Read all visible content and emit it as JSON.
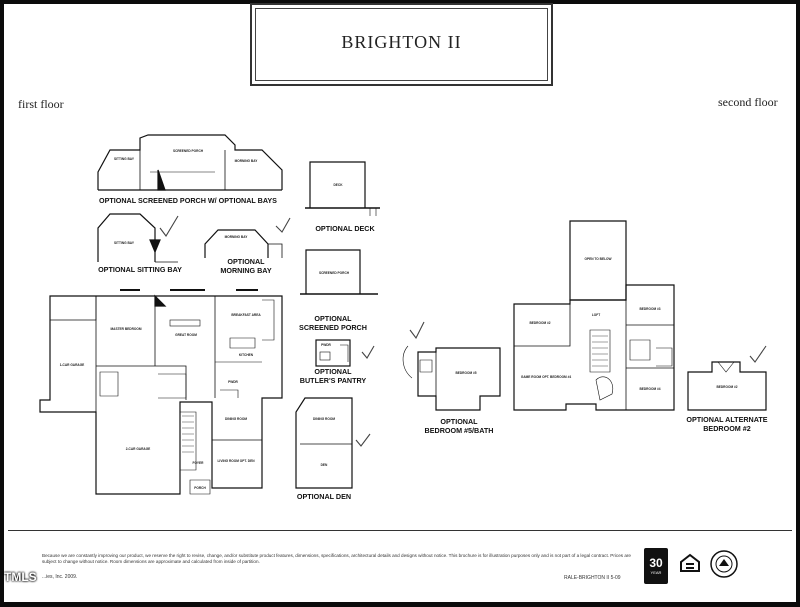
{
  "title": "BRIGHTON II",
  "labels": {
    "first_floor": "first floor",
    "second_floor": "second floor"
  },
  "captions": {
    "screened_porch_bays": "OPTIONAL SCREENED PORCH W/ OPTIONAL BAYS",
    "sitting_bay": "OPTIONAL SITTING BAY",
    "morning_bay_1": "OPTIONAL",
    "morning_bay_2": "MORNING BAY",
    "deck": "OPTIONAL DECK",
    "screened_porch_1": "OPTIONAL",
    "screened_porch_2": "SCREENED PORCH",
    "butlers_pantry_1": "OPTIONAL",
    "butlers_pantry_2": "BUTLER'S PANTRY",
    "den": "OPTIONAL DEN",
    "bedroom5_1": "OPTIONAL",
    "bedroom5_2": "BEDROOM #5/BATH",
    "alt_bedroom2_1": "OPTIONAL ALTERNATE",
    "alt_bedroom2_2": "BEDROOM #2"
  },
  "rooms": {
    "sitting_bay": "SITTING BAY",
    "screened_porch": "SCREENED PORCH",
    "morning_bay": "MORNING BAY",
    "master_bedroom": "MASTER BEDROOM",
    "great_room": "GREAT ROOM",
    "breakfast_area": "BREAKFAST AREA",
    "deck": "DECK",
    "garage_1car": "1-CAR GARAGE",
    "garage_2car": "2-CAR GARAGE",
    "kitchen": "KITCHEN",
    "dining_room": "DINING ROOM",
    "living_room": "LIVING ROOM OPT. DEN",
    "foyer": "FOYER",
    "porch": "PORCH",
    "pwdr": "PWDR",
    "den": "DEN",
    "bedroom5": "BEDROOM #5",
    "bedroom2": "BEDROOM #2",
    "bedroom3": "BEDROOM #3",
    "bedroom4": "BEDROOM #4",
    "game_room": "GAME ROOM OPT. BEDROOM #4",
    "open_to_below": "OPEN TO BELOW",
    "loft": "LOFT",
    "alt_bedroom2": "BEDROOM #2"
  },
  "footer": {
    "disclaimer": "Because we are constantly improving our product, we reserve the right to revise, change, and/or substitute product features, dimensions, specifications, architectural details and designs without notice. This brochure is for illustration purposes only and is not part of a legal contract. Prices are subject to change without notice. Room dimensions are approximate and calculated from inside of partition.",
    "copyright": "...ies, Inc. 2009.",
    "plan_code": "RALE-BRIGHTON II 5-09",
    "badge_30": "30",
    "badge_year": "YEAR",
    "watermark": "TMLS"
  }
}
